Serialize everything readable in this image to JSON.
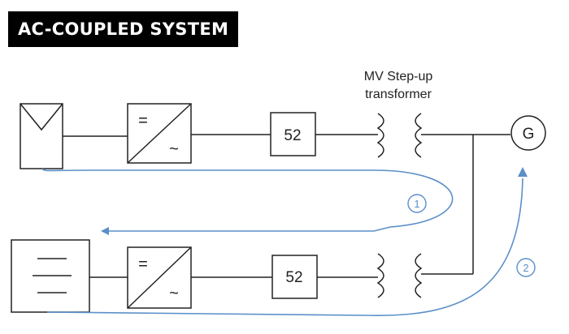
{
  "title": "AC-COUPLED SYSTEM",
  "transformer_label": [
    "MV Step-up",
    "transformer"
  ],
  "breaker_top": "52",
  "breaker_bottom": "52",
  "inverter_dc_symbol": "=",
  "inverter_ac_symbol": "~",
  "generator_label": "G",
  "flow_1_label": "1",
  "flow_2_label": "2",
  "icons": {
    "pv_panel": "pv-panel-icon",
    "battery": "battery-icon",
    "inverter": "inverter-icon",
    "transformer": "transformer-icon",
    "generator": "generator-icon"
  },
  "colors": {
    "line": "#222222",
    "flow": "#5b8fc8",
    "title_bg": "#000000",
    "title_fg": "#ffffff"
  }
}
